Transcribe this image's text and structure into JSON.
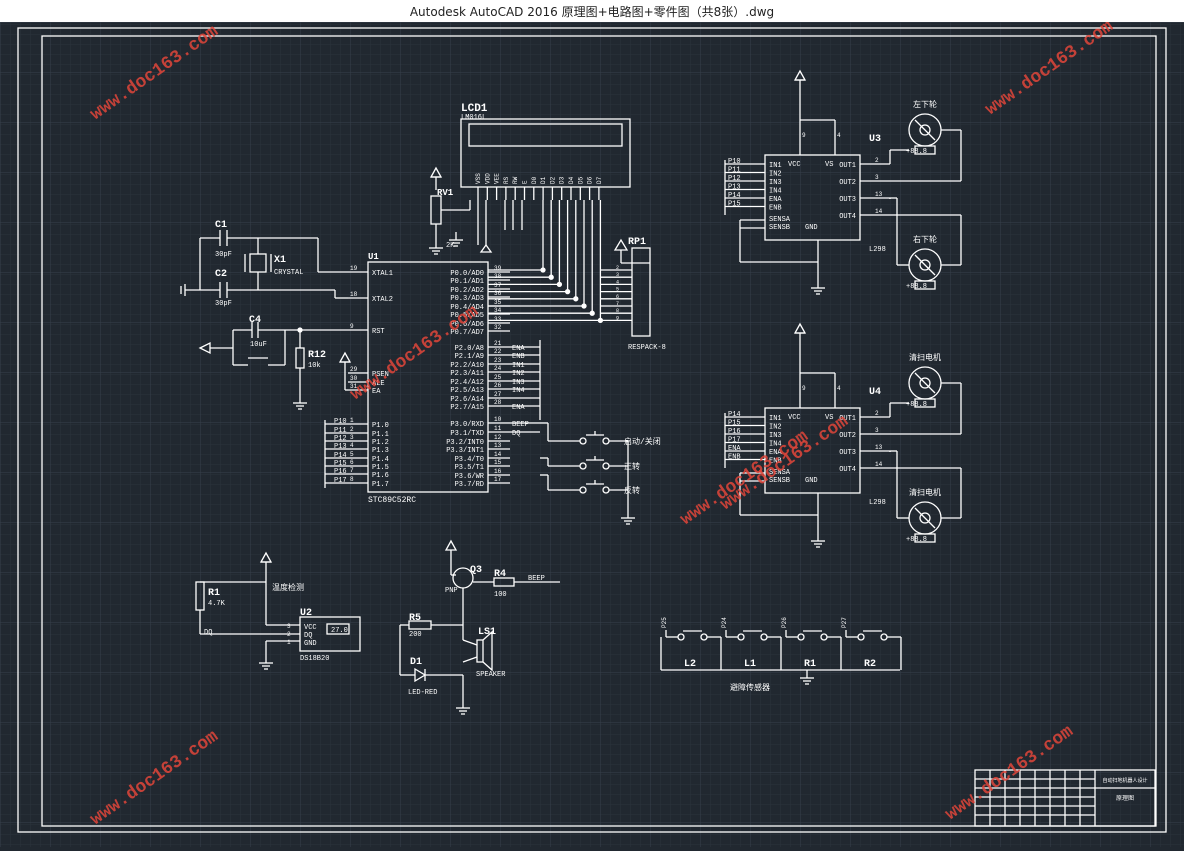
{
  "window": {
    "title": "Autodesk AutoCAD 2016     原理图+电路图+零件图（共8张）.dwg"
  },
  "watermark": "www.doc163.com",
  "schematic": {
    "lcd": {
      "ref": "LCD1",
      "part": "LM016L",
      "pins": [
        "VSS",
        "VDD",
        "VEE",
        "RS",
        "RW",
        "E",
        "D0",
        "D1",
        "D2",
        "D3",
        "D4",
        "D5",
        "D6",
        "D7"
      ]
    },
    "pot": {
      "ref": "RV1",
      "value": "2K"
    },
    "crystal": {
      "ref": "X1",
      "value": "CRYSTAL"
    },
    "c1": {
      "ref": "C1",
      "value": "30pF"
    },
    "c2": {
      "ref": "C2",
      "value": "30pF"
    },
    "c4": {
      "ref": "C4",
      "value": "10uF"
    },
    "r12": {
      "ref": "R12",
      "value": "10k"
    },
    "mcu": {
      "ref": "U1",
      "part": "STC89C52RC",
      "left_pins": [
        "XTAL1",
        "XTAL2",
        "RST",
        "PSEN",
        "ALE",
        "EA",
        "P1.0",
        "P1.1",
        "P1.2",
        "P1.3",
        "P1.4",
        "P1.5",
        "P1.6",
        "P1.7"
      ],
      "left_nums": [
        "19",
        "18",
        "9",
        "29",
        "30",
        "31",
        "1",
        "2",
        "3",
        "4",
        "5",
        "6",
        "7",
        "8"
      ],
      "right_pins": [
        "P0.0/AD0",
        "P0.1/AD1",
        "P0.2/AD2",
        "P0.3/AD3",
        "P0.4/AD4",
        "P0.5/AD5",
        "P0.6/AD6",
        "P0.7/AD7",
        "P2.0/A8",
        "P2.1/A9",
        "P2.2/A10",
        "P2.3/A11",
        "P2.4/A12",
        "P2.5/A13",
        "P2.6/A14",
        "P2.7/A15",
        "P3.0/RXD",
        "P3.1/TXD",
        "P3.2/INT0",
        "P3.3/INT1",
        "P3.4/T0",
        "P3.5/T1",
        "P3.6/WR",
        "P3.7/RD"
      ],
      "right_nums": [
        "39",
        "38",
        "37",
        "36",
        "35",
        "34",
        "33",
        "32",
        "21",
        "22",
        "23",
        "24",
        "25",
        "26",
        "27",
        "28",
        "10",
        "11",
        "12",
        "13",
        "14",
        "15",
        "16",
        "17"
      ],
      "p2_nets": [
        "ENA",
        "ENB",
        "IN1",
        "IN2",
        "IN3",
        "IN4",
        "",
        "ENA"
      ],
      "p1_nets": [
        "P10",
        "P11",
        "P12",
        "P13",
        "P14",
        "P15",
        "P16",
        "P17"
      ],
      "p3_nets": [
        "BEEP",
        "DQ"
      ]
    },
    "respack": {
      "ref": "RP1",
      "part": "RESPACK-8"
    },
    "switches": [
      "启动/关闭",
      "正转",
      "反转"
    ],
    "driver_u3": {
      "ref": "U3",
      "part": "L298",
      "in_pins": [
        "IN1",
        "IN2",
        "IN3",
        "IN4",
        "ENA",
        "ENB"
      ],
      "in_nets": [
        "P10",
        "P11",
        "P12",
        "P13",
        "P14",
        "P15"
      ],
      "out_pins": [
        "OUT1",
        "OUT2",
        "OUT3",
        "OUT4"
      ],
      "out_nums": [
        "2",
        "3",
        "13",
        "14"
      ],
      "misc_pins": [
        "VCC",
        "VS",
        "SENSA",
        "SENSB",
        "GND"
      ],
      "motor_top": {
        "label": "左下轮",
        "value": "+88.8"
      },
      "motor_bottom": {
        "label": "右下轮",
        "value": "+88.8"
      }
    },
    "driver_u4": {
      "ref": "U4",
      "part": "L298",
      "in_pins": [
        "IN1",
        "IN2",
        "IN3",
        "IN4",
        "ENA",
        "ENB"
      ],
      "in_nets": [
        "P14",
        "P15",
        "P16",
        "P17",
        "ENA",
        "ENB"
      ],
      "out_pins": [
        "OUT1",
        "OUT2",
        "OUT3",
        "OUT4"
      ],
      "out_nums": [
        "2",
        "3",
        "13",
        "14"
      ],
      "misc_pins": [
        "VCC",
        "VS",
        "SENSA",
        "SENSB",
        "GND"
      ],
      "motor_top": {
        "label": "清扫电机",
        "value": "+88.8"
      },
      "motor_bottom": {
        "label": "清扫电机",
        "value": "+88.8"
      }
    },
    "temp": {
      "title": "温度检测",
      "r1": "R1",
      "r1_value": "4.7K",
      "ref": "U2",
      "part": "DS18B20",
      "pins": [
        "VCC",
        "DQ",
        "GND"
      ],
      "net": "DQ",
      "reading": "27.0"
    },
    "beeper": {
      "q3": "Q3",
      "q3_type": "PNP",
      "r4": "R4",
      "r4_value": "100",
      "r5": "R5",
      "r5_value": "200",
      "net": "BEEP",
      "led": "D1",
      "led_type": "LED-RED",
      "spk": "LS1",
      "spk_type": "SPEAKER"
    },
    "sensors": {
      "title": "避障传感器",
      "nets": [
        "P25",
        "P24",
        "P26",
        "P27"
      ],
      "labels": [
        "L2",
        "L1",
        "R1",
        "R2"
      ]
    },
    "titleblock": {
      "name": "自动扫地机器人设计",
      "sheet": "原理图"
    }
  }
}
